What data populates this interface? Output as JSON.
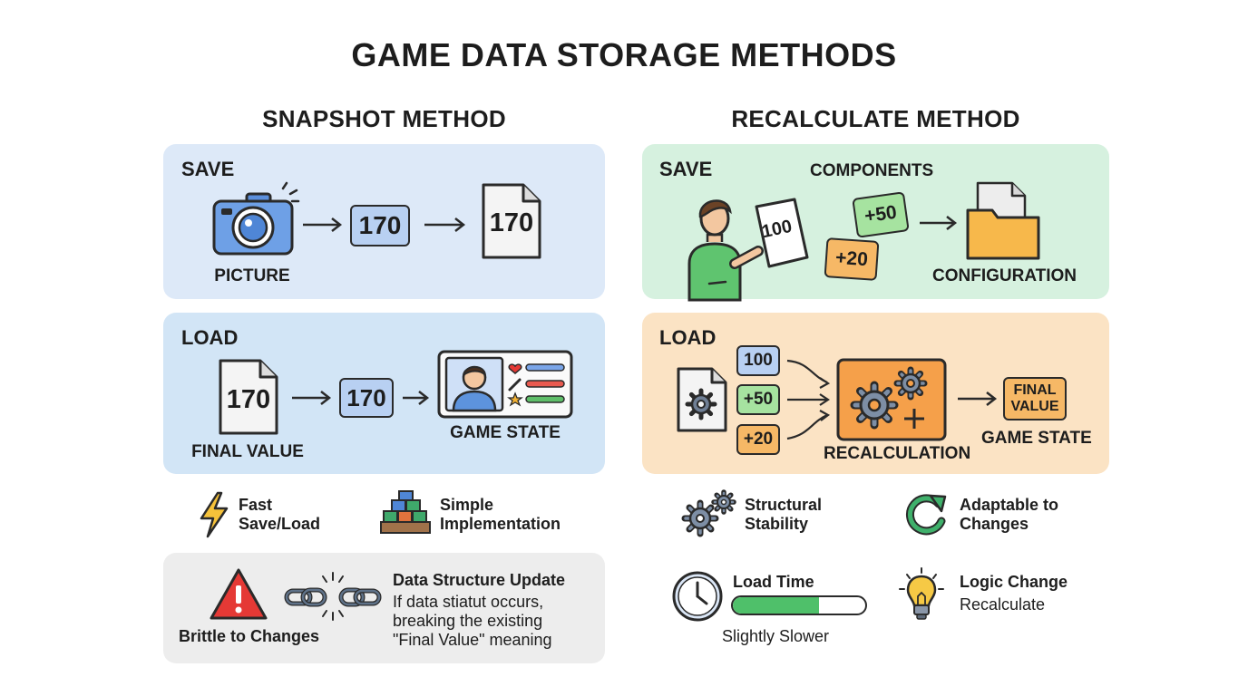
{
  "title": "GAME DATA STORAGE METHODS",
  "snapshot": {
    "heading": "SNAPSHOT METHOD",
    "save": {
      "label": "SAVE",
      "camera_caption": "PICTURE",
      "value_box": "170",
      "file_value": "170"
    },
    "load": {
      "label": "LOAD",
      "file_value": "170",
      "file_caption": "FINAL VALUE",
      "value_box": "170",
      "state_caption": "GAME STATE"
    },
    "pros": [
      {
        "icon": "lightning-icon",
        "line1": "Fast",
        "line2": "Save/Load"
      },
      {
        "icon": "blocks-icon",
        "line1": "Simple",
        "line2": "Implementation"
      }
    ],
    "con": {
      "caption": "Brittle to Changes",
      "title": "Data Structure Update",
      "lines": [
        "If data stiatut occurs,",
        "breaking the existing",
        "\"Final Value\" meaning"
      ]
    }
  },
  "recalculate": {
    "heading": "RECALCULATE METHOD",
    "save": {
      "label": "SAVE",
      "components_label": "COMPONENTS",
      "paper_value": "100",
      "bonus_a": "+50",
      "bonus_b": "+20",
      "folder_caption": "CONFIGURATION"
    },
    "load": {
      "label": "LOAD",
      "inputs": [
        "100",
        "+50",
        "+20"
      ],
      "engine_caption": "RECALCULATION",
      "final_box_line1": "FINAL",
      "final_box_line2": "VALUE",
      "state_caption": "GAME STATE"
    },
    "pros": [
      {
        "icon": "gears-icon",
        "line1": "Structural",
        "line2": "Stability"
      },
      {
        "icon": "cycle-arrow-icon",
        "line1": "Adaptable to",
        "line2": "Changes"
      }
    ],
    "load_time": {
      "title": "Load Time",
      "caption": "Slightly Slower",
      "progress": 0.65
    },
    "logic_change": {
      "title": "Logic Change",
      "subtitle": "Recalculate"
    }
  },
  "colors": {
    "blue_panel": "#dde9f8",
    "green_panel": "#d6f1df",
    "orange_panel": "#fbe3c4",
    "gray_panel": "#ededed",
    "number_blue": "#b8d0f2",
    "bonus_green": "#a6e3a0",
    "bonus_orange": "#f6b866",
    "warning_red": "#e53935"
  }
}
